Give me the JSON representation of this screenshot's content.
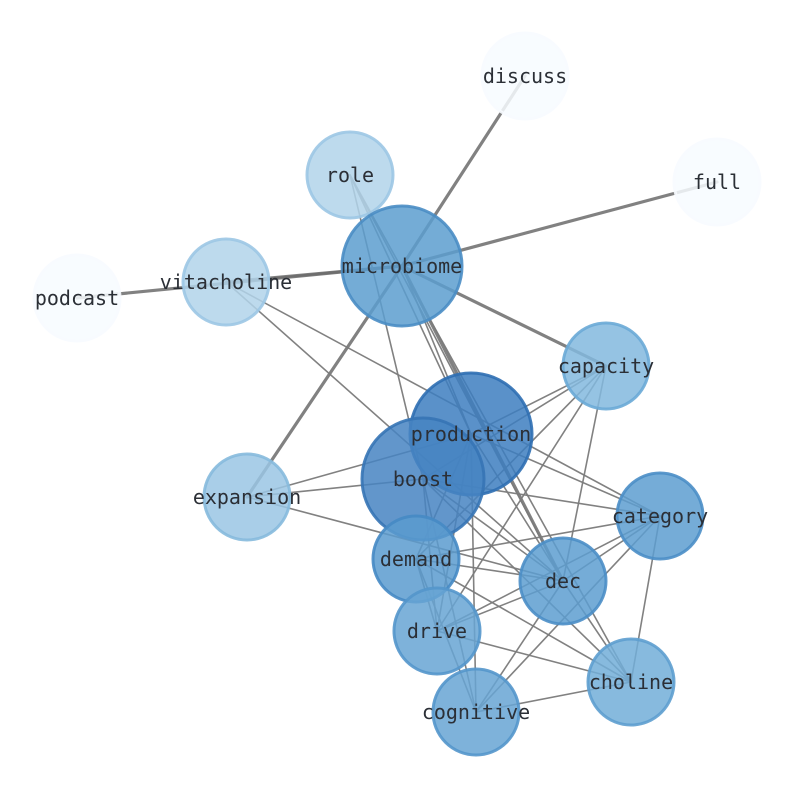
{
  "nodes": [
    {
      "id": "discuss",
      "label": "discuss",
      "fill": "#f7fbff",
      "stroke": "#f7fbff",
      "opacity": 0.85
    },
    {
      "id": "full",
      "label": "full",
      "fill": "#f7fbff",
      "stroke": "#f7fbff",
      "opacity": 0.85
    },
    {
      "id": "role",
      "label": "role",
      "fill": "#b2d3ea",
      "stroke": "#9cc6e4",
      "opacity": 0.85
    },
    {
      "id": "microbiome",
      "label": "microbiome",
      "fill": "#5c9dcf",
      "stroke": "#4a8dc4",
      "opacity": 0.85
    },
    {
      "id": "vitacholine",
      "label": "vitacholine",
      "fill": "#b2d3ea",
      "stroke": "#9cc6e4",
      "opacity": 0.85
    },
    {
      "id": "podcast",
      "label": "podcast",
      "fill": "#f7fbff",
      "stroke": "#f7fbff",
      "opacity": 0.85
    },
    {
      "id": "capacity",
      "label": "capacity",
      "fill": "#82b9de",
      "stroke": "#6aaad6",
      "opacity": 0.85
    },
    {
      "id": "production",
      "label": "production",
      "fill": "#3d7ebf",
      "stroke": "#2f6fb3",
      "opacity": 0.85
    },
    {
      "id": "boost",
      "label": "boost",
      "fill": "#4784c2",
      "stroke": "#3674b5",
      "opacity": 0.85
    },
    {
      "id": "expansion",
      "label": "expansion",
      "fill": "#9ac6e4",
      "stroke": "#86badd",
      "opacity": 0.85
    },
    {
      "id": "category",
      "label": "category",
      "fill": "#5d9ed0",
      "stroke": "#4b8ec6",
      "opacity": 0.85
    },
    {
      "id": "demand",
      "label": "demand",
      "fill": "#5a9bcf",
      "stroke": "#468ac4",
      "opacity": 0.85
    },
    {
      "id": "dec",
      "label": "dec",
      "fill": "#5d9ed0",
      "stroke": "#4b8ec6",
      "opacity": 0.85
    },
    {
      "id": "drive",
      "label": "drive",
      "fill": "#67a5d3",
      "stroke": "#5496cb",
      "opacity": 0.85
    },
    {
      "id": "choline",
      "label": "choline",
      "fill": "#72aed8",
      "stroke": "#5e9fcf",
      "opacity": 0.85
    },
    {
      "id": "cognitive",
      "label": "cognitive",
      "fill": "#67a5d3",
      "stroke": "#5496cb",
      "opacity": 0.85
    }
  ],
  "edges": [
    {
      "source": "microbiome",
      "target": "discuss",
      "weight": "heavy"
    },
    {
      "source": "microbiome",
      "target": "full",
      "weight": "heavy"
    },
    {
      "source": "microbiome",
      "target": "podcast",
      "weight": "heavy"
    },
    {
      "source": "microbiome",
      "target": "vitacholine",
      "weight": "heavy"
    },
    {
      "source": "microbiome",
      "target": "capacity",
      "weight": "heavy"
    },
    {
      "source": "microbiome",
      "target": "expansion",
      "weight": "heavy"
    },
    {
      "source": "microbiome",
      "target": "dec",
      "weight": "heavy"
    },
    {
      "source": "microbiome",
      "target": "production",
      "weight": "light"
    },
    {
      "source": "role",
      "target": "boost",
      "weight": "light"
    },
    {
      "source": "role",
      "target": "production",
      "weight": "light"
    },
    {
      "source": "role",
      "target": "dec",
      "weight": "light"
    },
    {
      "source": "role",
      "target": "choline",
      "weight": "light"
    },
    {
      "source": "vitacholine",
      "target": "category",
      "weight": "light"
    },
    {
      "source": "vitacholine",
      "target": "dec",
      "weight": "light"
    },
    {
      "source": "capacity",
      "target": "production",
      "weight": "light"
    },
    {
      "source": "capacity",
      "target": "boost",
      "weight": "light"
    },
    {
      "source": "capacity",
      "target": "demand",
      "weight": "light"
    },
    {
      "source": "capacity",
      "target": "drive",
      "weight": "light"
    },
    {
      "source": "capacity",
      "target": "dec",
      "weight": "light"
    },
    {
      "source": "production",
      "target": "expansion",
      "weight": "light"
    },
    {
      "source": "production",
      "target": "category",
      "weight": "light"
    },
    {
      "source": "production",
      "target": "demand",
      "weight": "light"
    },
    {
      "source": "production",
      "target": "drive",
      "weight": "light"
    },
    {
      "source": "production",
      "target": "cognitive",
      "weight": "light"
    },
    {
      "source": "production",
      "target": "dec",
      "weight": "light"
    },
    {
      "source": "boost",
      "target": "expansion",
      "weight": "light"
    },
    {
      "source": "boost",
      "target": "category",
      "weight": "light"
    },
    {
      "source": "boost",
      "target": "dec",
      "weight": "light"
    },
    {
      "source": "boost",
      "target": "choline",
      "weight": "light"
    },
    {
      "source": "boost",
      "target": "cognitive",
      "weight": "light"
    },
    {
      "source": "boost",
      "target": "drive",
      "weight": "light"
    },
    {
      "source": "expansion",
      "target": "dec",
      "weight": "light"
    },
    {
      "source": "category",
      "target": "demand",
      "weight": "light"
    },
    {
      "source": "category",
      "target": "drive",
      "weight": "light"
    },
    {
      "source": "category",
      "target": "cognitive",
      "weight": "light"
    },
    {
      "source": "category",
      "target": "choline",
      "weight": "light"
    },
    {
      "source": "category",
      "target": "dec",
      "weight": "light"
    },
    {
      "source": "demand",
      "target": "dec",
      "weight": "light"
    },
    {
      "source": "demand",
      "target": "choline",
      "weight": "light"
    },
    {
      "source": "demand",
      "target": "cognitive",
      "weight": "light"
    },
    {
      "source": "demand",
      "target": "drive",
      "weight": "light"
    },
    {
      "source": "dec",
      "target": "drive",
      "weight": "light"
    },
    {
      "source": "dec",
      "target": "cognitive",
      "weight": "light"
    },
    {
      "source": "dec",
      "target": "choline",
      "weight": "light"
    },
    {
      "source": "drive",
      "target": "choline",
      "weight": "light"
    },
    {
      "source": "choline",
      "target": "cognitive",
      "weight": "light"
    }
  ]
}
